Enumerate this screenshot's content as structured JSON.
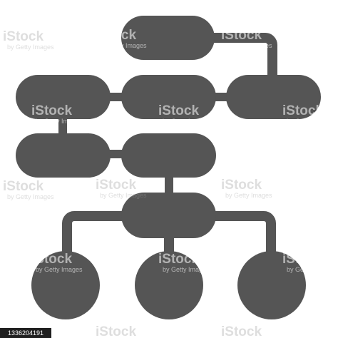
{
  "colors": {
    "background": "#ffffff",
    "shape_fill": "#555555"
  },
  "icon_name": "hierarchy-structure-icon",
  "watermark": {
    "brand": "iStock",
    "credit": "by Getty Images"
  },
  "stock_id": "1336204191"
}
